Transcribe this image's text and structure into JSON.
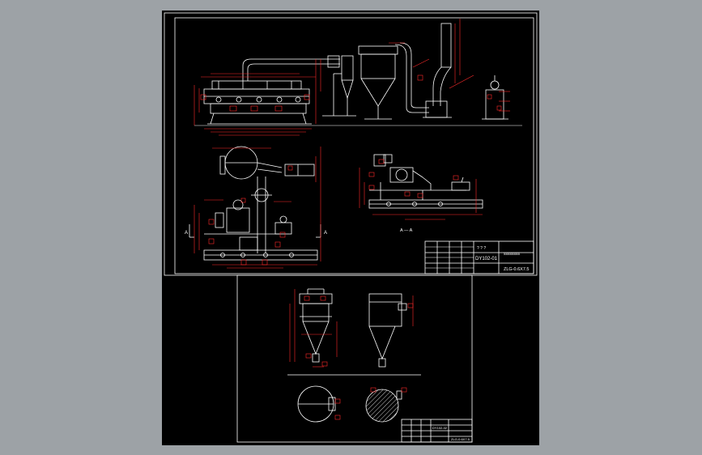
{
  "colors": {
    "background": "#9da2a6",
    "sheet": "#000000",
    "line": "#ffffff",
    "dimension": "#ff2a2a"
  },
  "sheet1": {
    "section_label": "A — A",
    "section_mark_left": "A",
    "section_mark_right": "A",
    "title_block": {
      "drawing_no": "DY102-01",
      "project": "ZLG-0.6X7.5",
      "scale_text": "? ? ?",
      "company_text": "ssssssss"
    }
  },
  "sheet2": {
    "title_block": {
      "drawing_no": "DY102-02",
      "project": "ZLG-0.6X7.5"
    }
  }
}
